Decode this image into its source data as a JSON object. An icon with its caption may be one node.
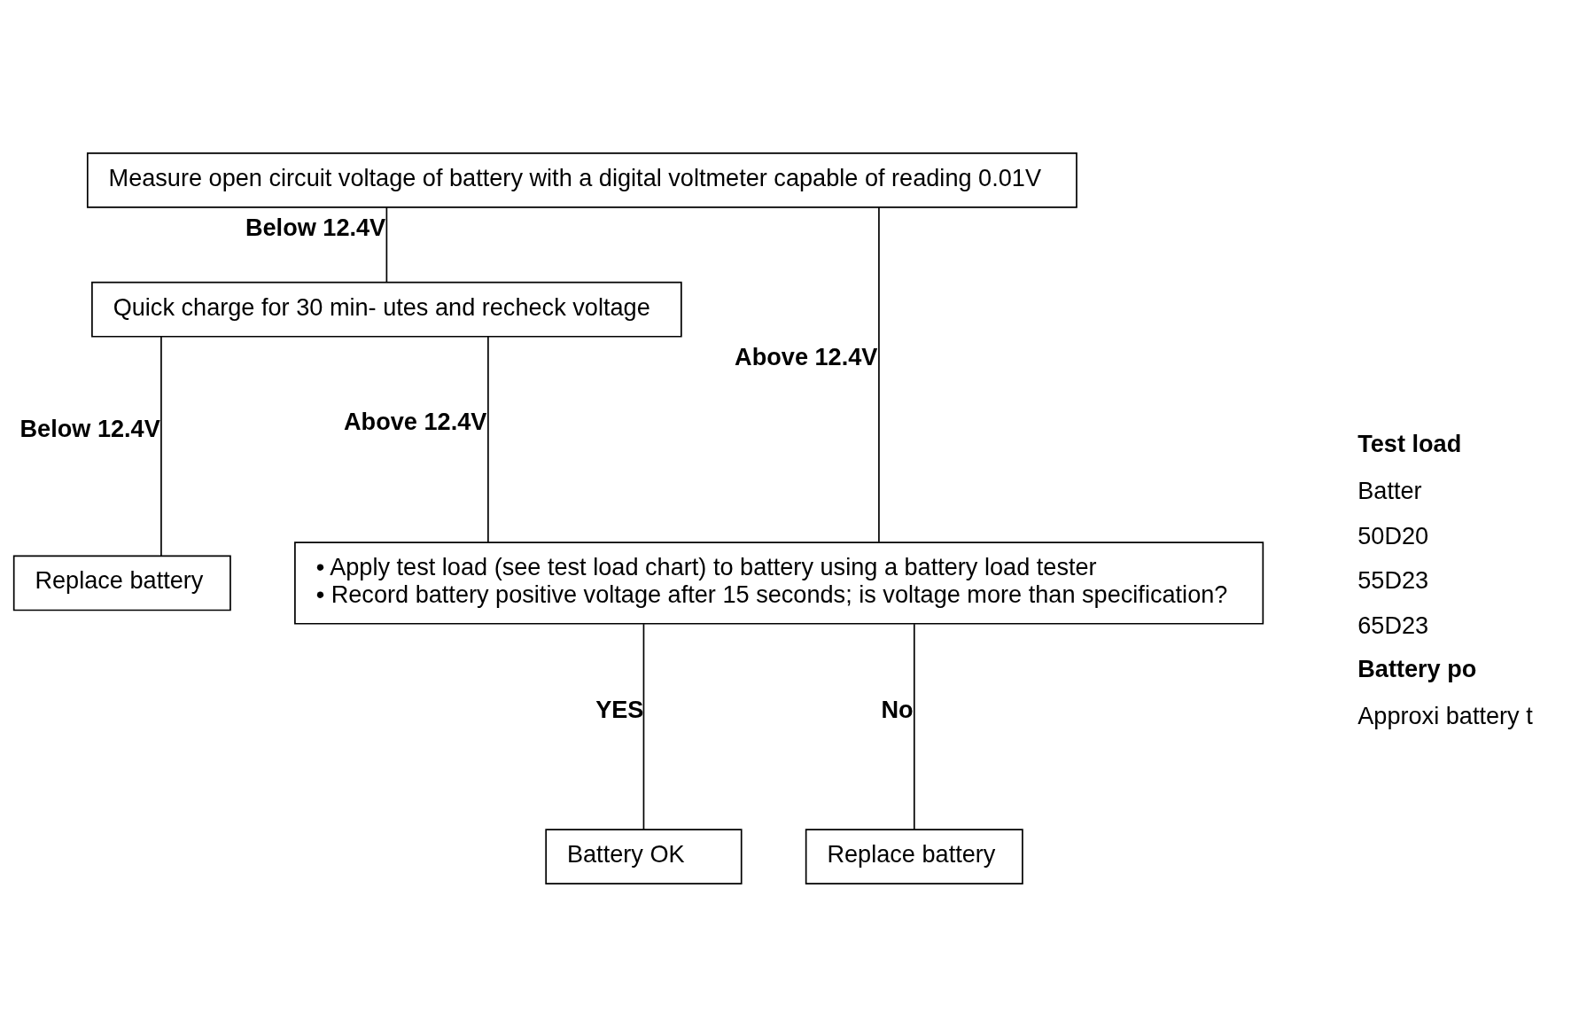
{
  "diagram": {
    "nodes": [
      {
        "text": [
          "Measure open circuit voltage of battery with a digital voltmeter capable of reading 0.01V"
        ]
      },
      {
        "text": [
          "Quick charge for 30 min- utes and recheck voltage"
        ]
      },
      {
        "text": [
          "Replace battery"
        ]
      },
      {
        "text": [
          "• Apply test load (see test load chart) to battery using a battery load tester",
          "• Record battery positive voltage after 15 seconds; is voltage more than specification?"
        ]
      },
      {
        "text": [
          "Battery OK"
        ]
      },
      {
        "text": [
          "Replace battery"
        ]
      }
    ],
    "edges": [
      {
        "from": 0,
        "to": 1,
        "arrow": "none",
        "label": "Below 12.4V"
      },
      {
        "from": 0,
        "to": 3,
        "arrow": "none",
        "label": "Above 12.4V"
      },
      {
        "from": 1,
        "to": 2,
        "arrow": "none",
        "label": "Below 12.4V"
      },
      {
        "from": 1,
        "to": 3,
        "arrow": "none",
        "label": "Above 12.4V"
      },
      {
        "from": 3,
        "to": 4,
        "arrow": "none",
        "label": "YES"
      },
      {
        "from": 3,
        "to": 5,
        "arrow": "none",
        "label": "No"
      }
    ],
    "labels": [
      "Test load",
      "Batter",
      "50D20",
      "55D23",
      "65D23",
      "Battery po",
      "Approxi battery t"
    ]
  }
}
